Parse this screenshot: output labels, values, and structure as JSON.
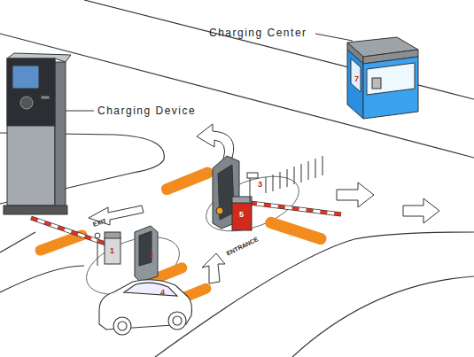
{
  "diagram": {
    "labels": [
      "Charging Center",
      "Charging Device",
      "EXIT",
      "ENTRANCE",
      "1",
      "2",
      "3",
      "4",
      "5",
      "7"
    ]
  }
}
